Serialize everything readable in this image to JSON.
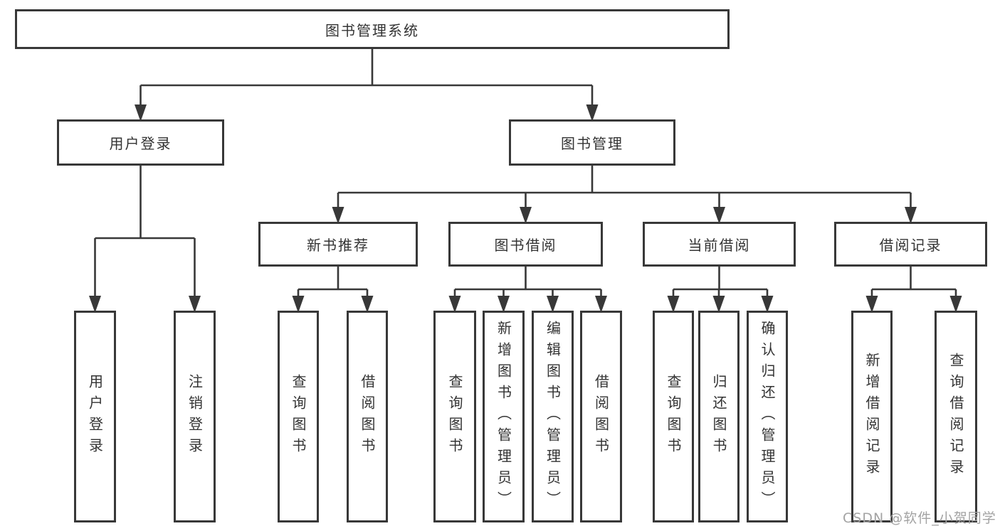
{
  "tree": {
    "root": "图书管理系统",
    "branches": [
      {
        "label": "用户登录",
        "children": [
          "用户登录",
          "注销登录"
        ]
      },
      {
        "label": "图书管理",
        "groups": [
          {
            "label": "新书推荐",
            "children": [
              "查询图书",
              "借阅图书"
            ]
          },
          {
            "label": "图书借阅",
            "children": [
              "查询图书",
              "新增图书（管理员）",
              "编辑图书（管理员）",
              "借阅图书"
            ]
          },
          {
            "label": "当前借阅",
            "children": [
              "查询图书",
              "归还图书",
              "确认归还（管理员）"
            ]
          },
          {
            "label": "借阅记录",
            "children": [
              "新增借阅记录",
              "查询借阅记录"
            ]
          }
        ]
      }
    ]
  },
  "watermark": {
    "text": "CSDN @软件_小贺同学"
  },
  "colors": {
    "line": "#383838",
    "box_border": "#383838",
    "text": "#333333",
    "watermark": "#a3a3a3",
    "background": "#ffffff"
  }
}
